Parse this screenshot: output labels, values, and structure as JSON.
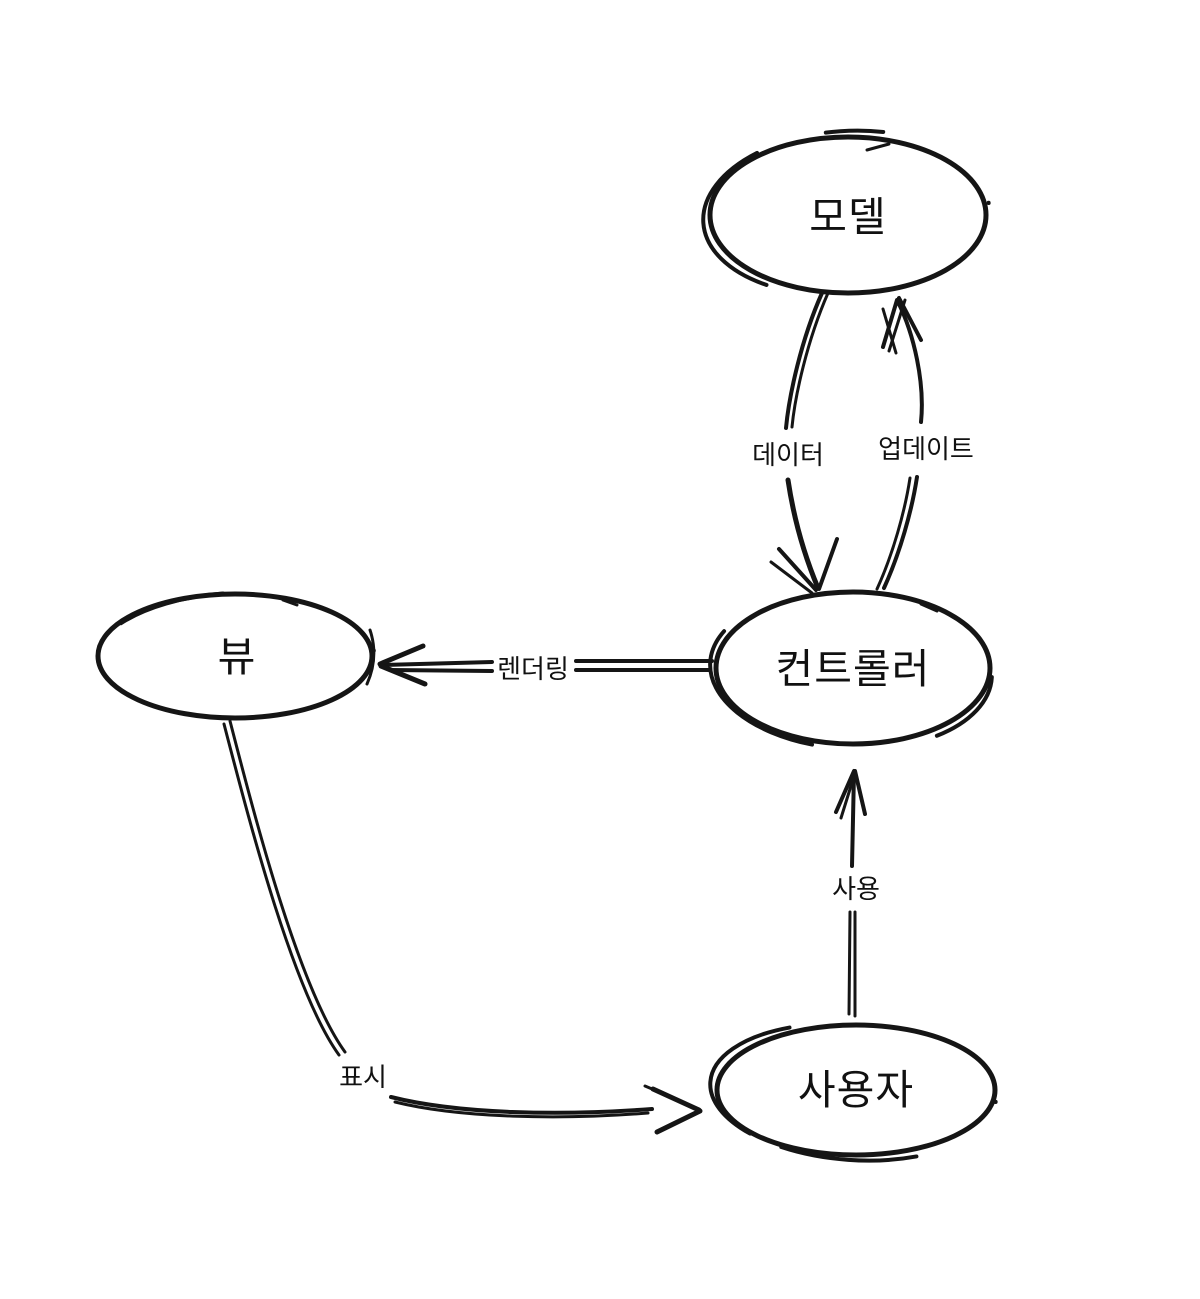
{
  "diagram": {
    "kind": "hand-drawn-flowchart",
    "background_color": "#ffffff",
    "stroke_color": "#151515",
    "nodes": [
      {
        "id": "model",
        "label": "모델"
      },
      {
        "id": "controller",
        "label": "컨트롤러"
      },
      {
        "id": "view",
        "label": "뷰"
      },
      {
        "id": "user",
        "label": "사용자"
      }
    ],
    "edges": [
      {
        "id": "data",
        "from": "model",
        "to": "controller",
        "label": "데이터"
      },
      {
        "id": "update",
        "from": "controller",
        "to": "model",
        "label": "업데이트"
      },
      {
        "id": "rendering",
        "from": "controller",
        "to": "view",
        "label": "렌더링"
      },
      {
        "id": "use",
        "from": "user",
        "to": "controller",
        "label": "사용"
      },
      {
        "id": "display",
        "from": "view",
        "to": "user",
        "label": "표시"
      }
    ]
  }
}
